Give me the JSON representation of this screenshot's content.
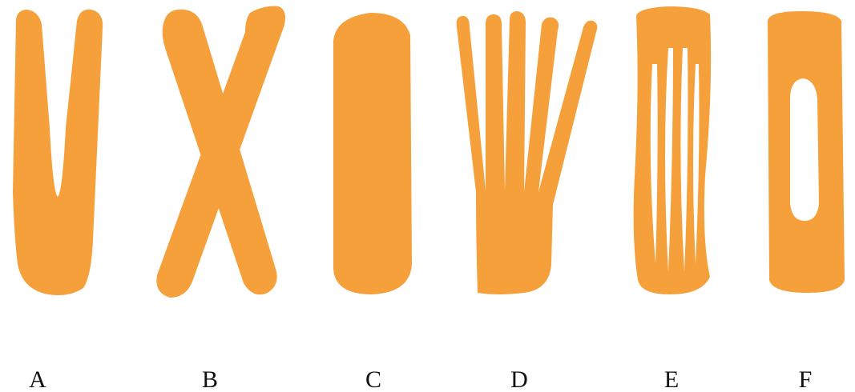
{
  "colors": {
    "tape": "#F5A03A",
    "background": "#FFFFFF",
    "label": "#111111"
  },
  "shapes": [
    {
      "label": "A"
    },
    {
      "label": "B"
    },
    {
      "label": "C"
    },
    {
      "label": "D"
    },
    {
      "label": "E"
    },
    {
      "label": "F"
    }
  ]
}
